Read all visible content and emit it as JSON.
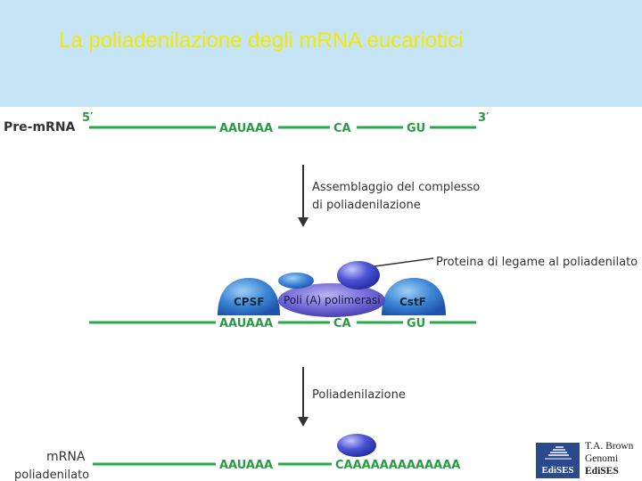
{
  "slide": {
    "title": "La poliadenilazione degli mRNA eucariotici"
  },
  "diagram": {
    "pre_mrna_label": "Pre-mRNA",
    "five_prime": "5′",
    "three_prime": "3′",
    "signal": "AAUAAA",
    "cleavage_site": "CA",
    "gu_element": "GU",
    "step1_line1": "Assemblaggio del complesso",
    "step1_line2": "di poliadenilazione",
    "pabp_label": "Proteina di legame al poliadenilato",
    "cpsf": "CPSF",
    "polymerase": "Poli (A) polimerasi",
    "cstf": "CstF",
    "step2_label": "Poliadenilazione",
    "mrna_label_line1": "mRNA",
    "mrna_label_line2": "poliadenilato",
    "poly_a_tail": "CAAAAAAAAAAAAA"
  },
  "credit": {
    "author": "T.A. Brown",
    "book": "Genomi",
    "publisher": "EdiSES",
    "logo_text": "EdiSES"
  },
  "colors": {
    "header_bg": "#c5e4f6",
    "title": "#f5e800",
    "rna_strand": "#2aa84a",
    "sequence_text": "#2a9a44",
    "blue_protein": "#3a7fd0",
    "purple_protein": "#5a50c8"
  }
}
